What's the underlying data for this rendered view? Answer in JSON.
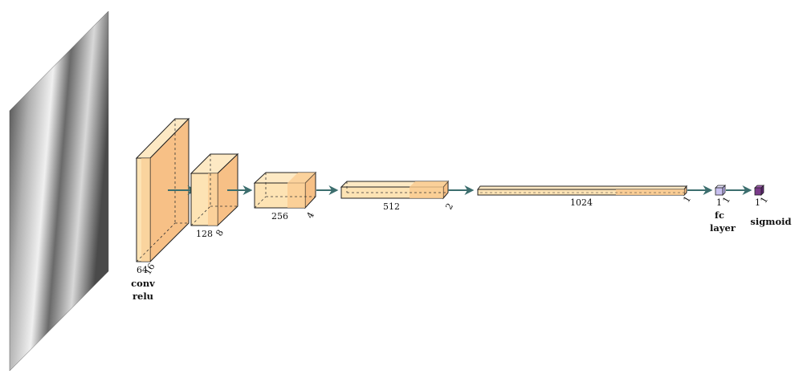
{
  "diagram": {
    "input_image": {
      "description_icon": "grayscale-input-image"
    },
    "layers": [
      {
        "name": "conv-block-1",
        "depth_label": "64",
        "size_label": "16",
        "caption_line1": "conv",
        "caption_line2": "relu"
      },
      {
        "name": "conv-block-2",
        "depth_label": "128",
        "size_label": "8"
      },
      {
        "name": "conv-block-3",
        "depth_label": "256",
        "size_label": "4"
      },
      {
        "name": "conv-block-4",
        "depth_label": "512",
        "size_label": "2"
      },
      {
        "name": "conv-block-5",
        "depth_label": "1024",
        "size_label": "1"
      },
      {
        "name": "fc-layer",
        "depth_label": "1",
        "size_label": "1",
        "caption_line1": "fc",
        "caption_line2": "layer"
      },
      {
        "name": "sigmoid-layer",
        "depth_label": "1",
        "size_label": "1",
        "caption_line1": "sigmoid"
      }
    ],
    "colors": {
      "block_light": "#fde9c4",
      "block_front": "#fbd8a0",
      "block_shade": "#f7b36e",
      "arrow": "#3c6e6e",
      "fc": "#c8c0f0",
      "sigmoid": "#7a3a8a"
    }
  }
}
